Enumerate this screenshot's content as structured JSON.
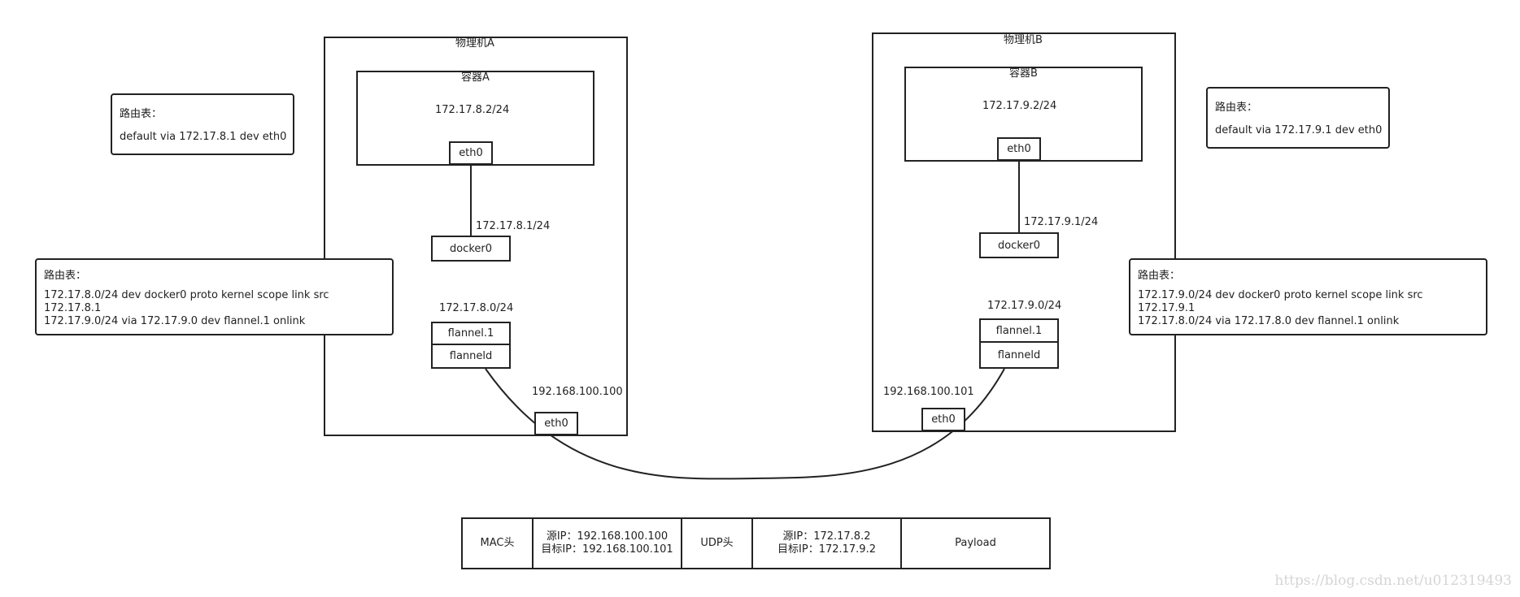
{
  "hostA": {
    "title": "物理机A",
    "container_title": "容器A",
    "container_ip": "172.17.8.2/24",
    "container_eth": "eth0",
    "docker_ip": "172.17.8.1/24",
    "docker": "docker0",
    "flannel_subnet": "172.17.8.0/24",
    "flannel_if": "flannel.1",
    "flanneld": "flanneld",
    "host_ip": "192.168.100.100",
    "host_eth": "eth0"
  },
  "hostB": {
    "title": "物理机B",
    "container_title": "容器B",
    "container_ip": "172.17.9.2/24",
    "container_eth": "eth0",
    "docker_ip": "172.17.9.1/24",
    "docker": "docker0",
    "flannel_subnet": "172.17.9.0/24",
    "flannel_if": "flannel.1",
    "flanneld": "flanneld",
    "host_ip": "192.168.100.101",
    "host_eth": "eth0"
  },
  "routes": {
    "containerA": {
      "title": "路由表：",
      "lines": [
        "default via 172.17.8.1 dev eth0"
      ]
    },
    "containerB": {
      "title": "路由表：",
      "lines": [
        "default via 172.17.9.1 dev eth0"
      ]
    },
    "hostA": {
      "title": "路由表：",
      "lines": [
        "172.17.8.0/24 dev docker0  proto kernel  scope link  src",
        "172.17.8.1",
        "172.17.9.0/24 via 172.17.9.0 dev flannel.1 onlink"
      ]
    },
    "hostB": {
      "title": "路由表：",
      "lines": [
        "172.17.9.0/24 dev docker0  proto kernel  scope link  src",
        "172.17.9.1",
        "172.17.8.0/24 via 172.17.8.0 dev flannel.1 onlink"
      ]
    }
  },
  "packet": {
    "mac": "MAC头",
    "outer_src": "源IP：192.168.100.100",
    "outer_dst": "目标IP：192.168.100.101",
    "udp": "UDP头",
    "inner_src": "源IP：172.17.8.2",
    "inner_dst": "目标IP：172.17.9.2",
    "payload": "Payload"
  },
  "watermark": "https://blog.csdn.net/u012319493"
}
